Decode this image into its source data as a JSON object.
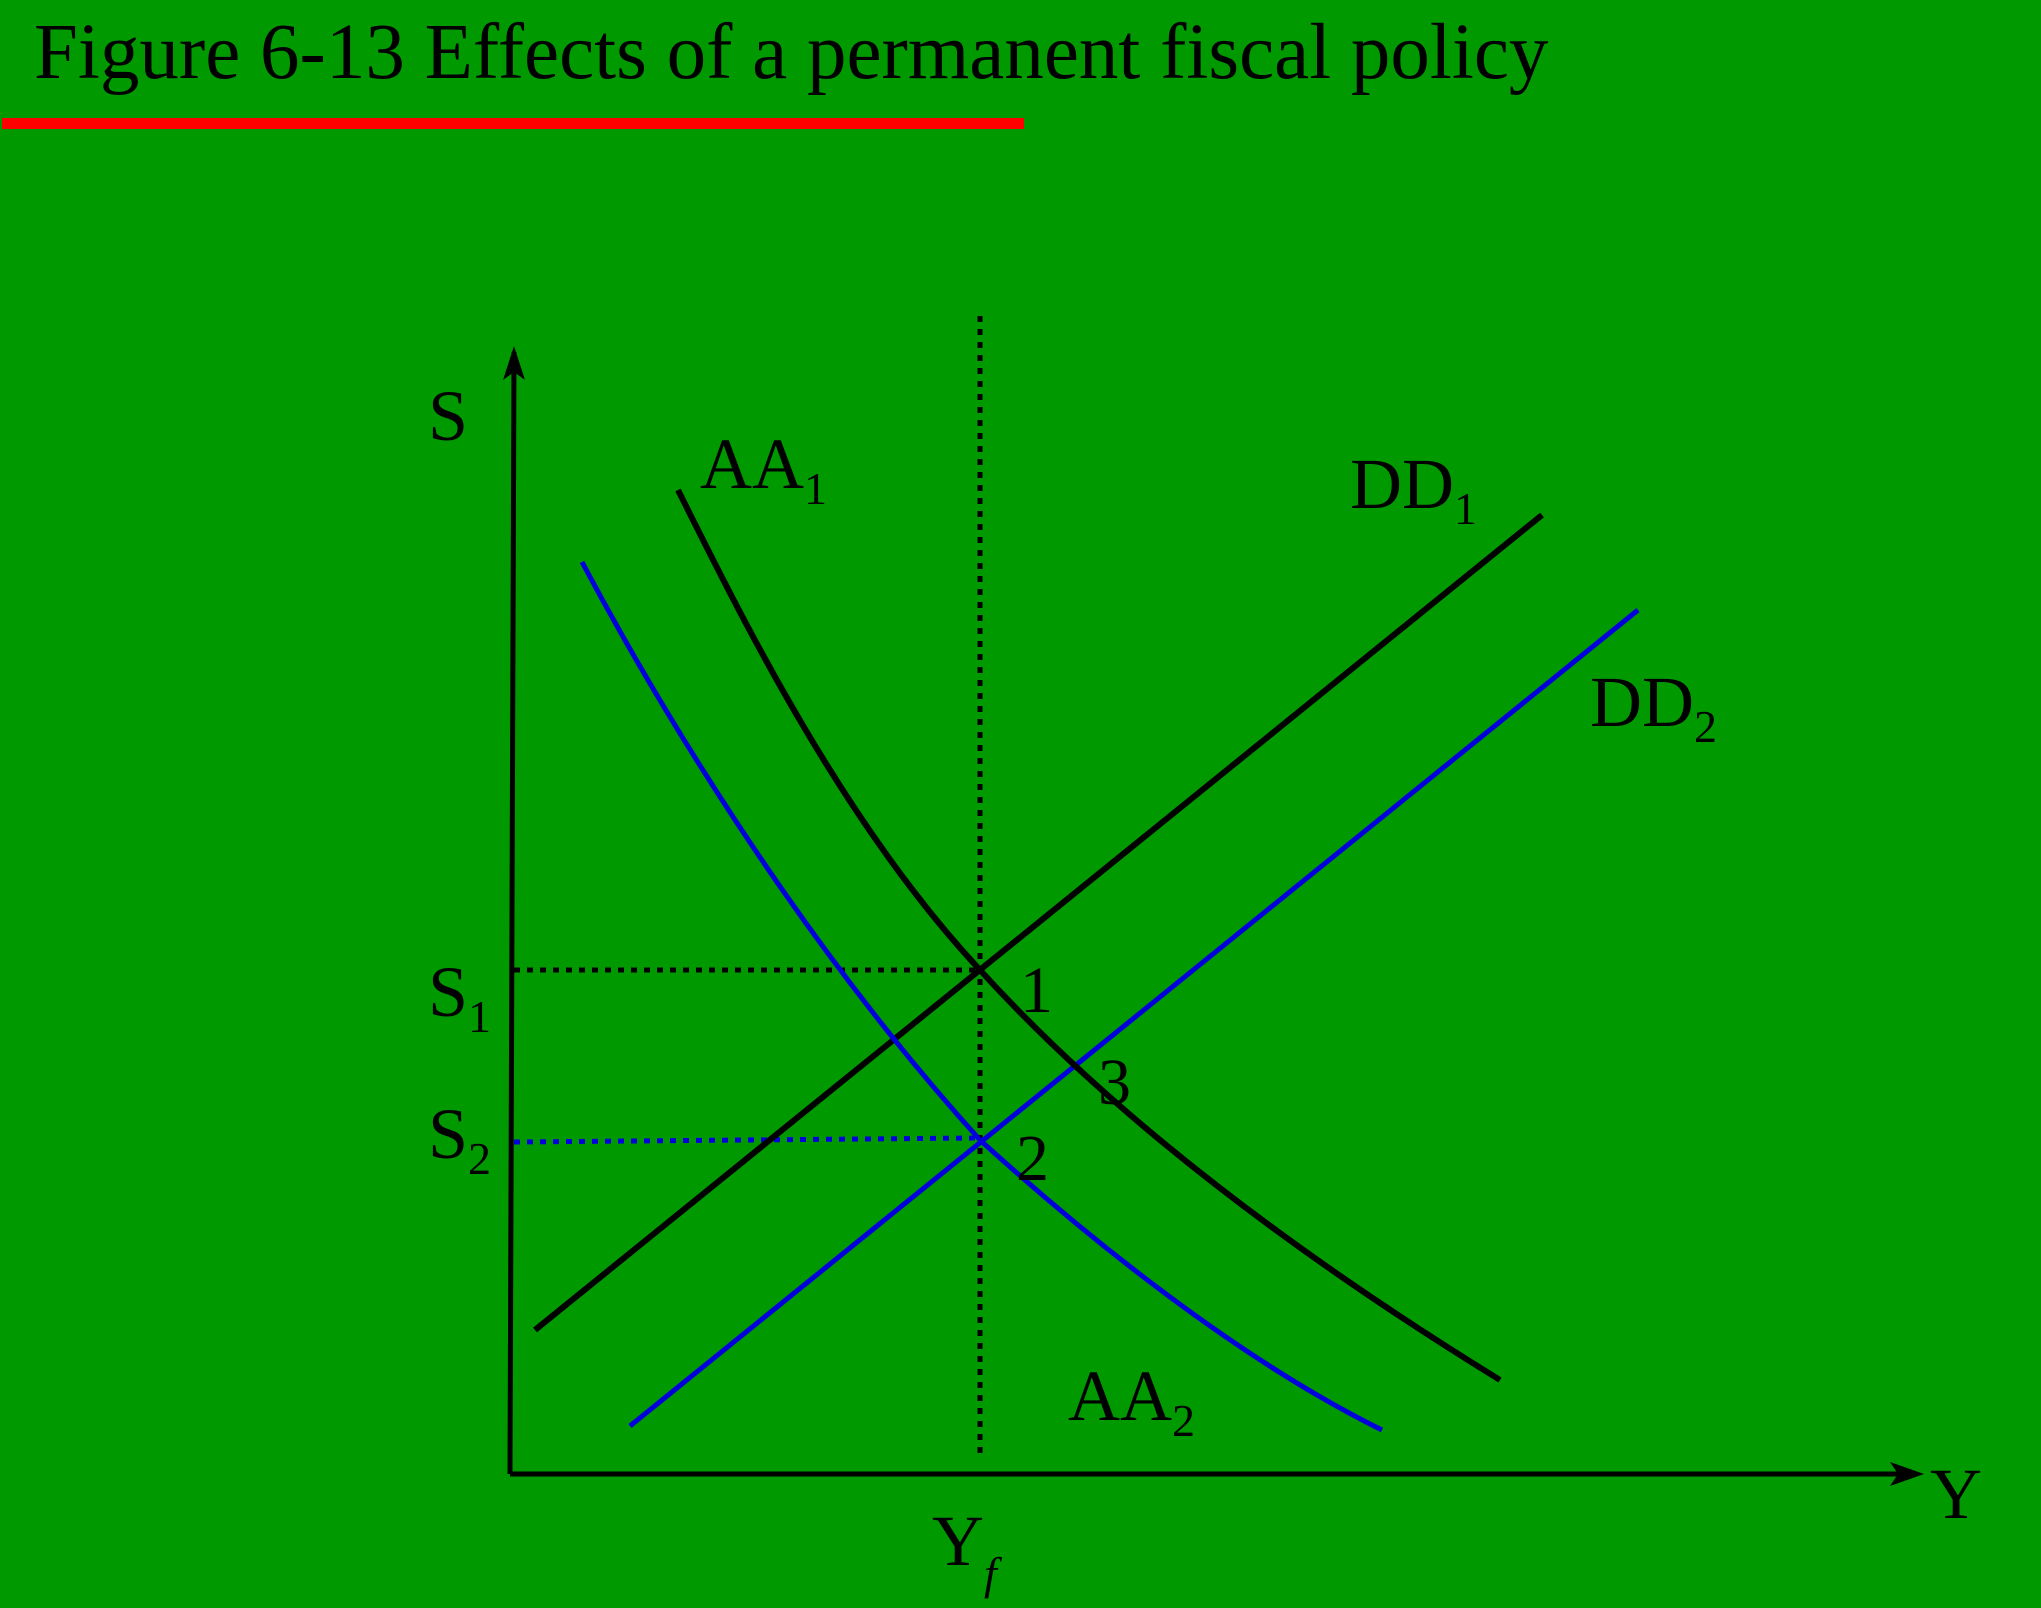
{
  "title": "Figure 6-13 Effects of a permanent fiscal policy",
  "colors": {
    "background": "#009900",
    "accent_underline": "#ff0000",
    "original_curves": "#000000",
    "shifted_curves": "#0000dd"
  },
  "axes": {
    "y_label": "S",
    "x_label": "Y"
  },
  "levels": {
    "s1_main": "S",
    "s1_sub": "1",
    "s2_main": "S",
    "s2_sub": "2",
    "yf_main": "Y",
    "yf_sub": "f"
  },
  "curves": {
    "aa1_main": "AA",
    "aa1_sub": "1",
    "aa2_main": "AA",
    "aa2_sub": "2",
    "dd1_main": "DD",
    "dd1_sub": "1",
    "dd2_main": "DD",
    "dd2_sub": "2"
  },
  "points": {
    "p1": "1",
    "p2": "2",
    "p3": "3"
  }
}
